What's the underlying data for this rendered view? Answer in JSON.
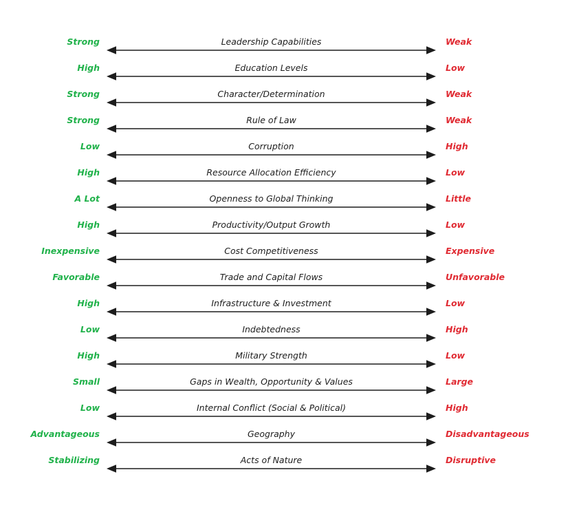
{
  "chart_data": {
    "type": "table",
    "title": "",
    "subtitle": "",
    "xlabel": "",
    "ylabel": "",
    "legend": [],
    "layout": {
      "orientation": "horizontal",
      "row_count": 17,
      "arrow_style": "double-headed",
      "left_pole_meaning": "favorable",
      "right_pole_meaning": "unfavorable"
    },
    "colors": {
      "left_label": "#21b24b",
      "right_label": "#e02b33",
      "center_label": "#1d1d1d",
      "arrow": "#1d1d1d",
      "background": "#ffffff"
    },
    "columns": [
      "left_label",
      "measure",
      "right_label"
    ],
    "rows": [
      {
        "left_label": "Strong",
        "measure": "Leadership Capabilities",
        "right_label": "Weak"
      },
      {
        "left_label": "High",
        "measure": "Education Levels",
        "right_label": "Low"
      },
      {
        "left_label": "Strong",
        "measure": "Character/Determination",
        "right_label": "Weak"
      },
      {
        "left_label": "Strong",
        "measure": "Rule of Law",
        "right_label": "Weak"
      },
      {
        "left_label": "Low",
        "measure": "Corruption",
        "right_label": "High"
      },
      {
        "left_label": "High",
        "measure": "Resource Allocation Efficiency",
        "right_label": "Low"
      },
      {
        "left_label": "A Lot",
        "measure": "Openness to Global Thinking",
        "right_label": "Little"
      },
      {
        "left_label": "High",
        "measure": "Productivity/Output Growth",
        "right_label": "Low"
      },
      {
        "left_label": "Inexpensive",
        "measure": "Cost Competitiveness",
        "right_label": "Expensive"
      },
      {
        "left_label": "Favorable",
        "measure": "Trade and Capital Flows",
        "right_label": "Unfavorable"
      },
      {
        "left_label": "High",
        "measure": "Infrastructure & Investment",
        "right_label": "Low"
      },
      {
        "left_label": "Low",
        "measure": "Indebtedness",
        "right_label": "High"
      },
      {
        "left_label": "High",
        "measure": "Military Strength",
        "right_label": "Low"
      },
      {
        "left_label": "Small",
        "measure": "Gaps in Wealth, Opportunity & Values",
        "right_label": "Large"
      },
      {
        "left_label": "Low",
        "measure": "Internal Conflict (Social & Political)",
        "right_label": "High"
      },
      {
        "left_label": "Advantageous",
        "measure": "Geography",
        "right_label": "Disadvantageous"
      },
      {
        "left_label": "Stabilizing",
        "measure": "Acts of Nature",
        "right_label": "Disruptive"
      }
    ]
  }
}
